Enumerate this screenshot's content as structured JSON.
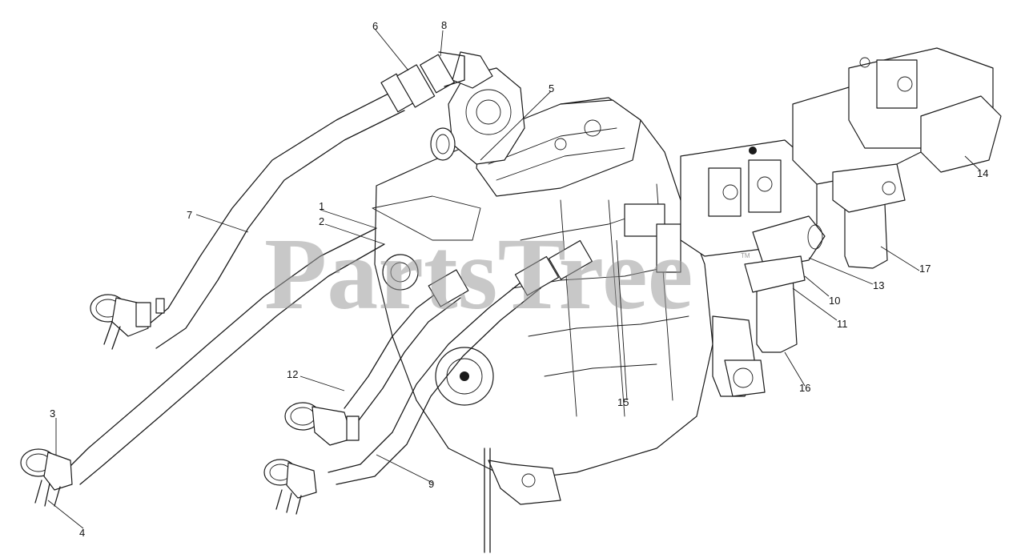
{
  "diagram": {
    "callouts": [
      "1",
      "2",
      "3",
      "4",
      "5",
      "6",
      "7",
      "8",
      "9",
      "10",
      "11",
      "12",
      "13",
      "14",
      "15",
      "16",
      "17"
    ],
    "watermark": "PartsTree",
    "watermark_tm": "TM"
  }
}
